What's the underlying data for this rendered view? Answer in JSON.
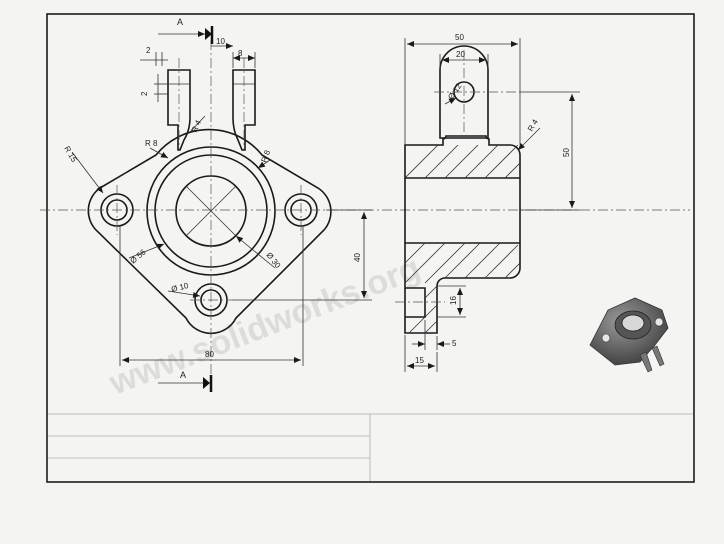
{
  "section_marks": {
    "top": "A",
    "bottom": "A"
  },
  "front_view": {
    "dims": {
      "d_2": "2",
      "d_10": "10",
      "d_8": "8",
      "d_2_height": "2",
      "r4": "R 4",
      "r8_left": "R 8",
      "r8_right": "R 8",
      "r15": "R 15",
      "dia56": "Ø 56",
      "dia30": "Ø 30",
      "dia10": "Ø 10",
      "d_40": "40",
      "d_80": "80"
    }
  },
  "side_view": {
    "dims": {
      "d_50_width": "50",
      "d_20": "20",
      "dia12": "Ø 12",
      "r4": "R 4",
      "d_50_height": "50",
      "d_16": "16",
      "d_5": "5",
      "d_15": "15"
    }
  },
  "watermark": "www.solidworks.org",
  "colors": {
    "line": "#1a1a1a",
    "paper": "#f4f4f2",
    "part": "#6b6b6b"
  }
}
